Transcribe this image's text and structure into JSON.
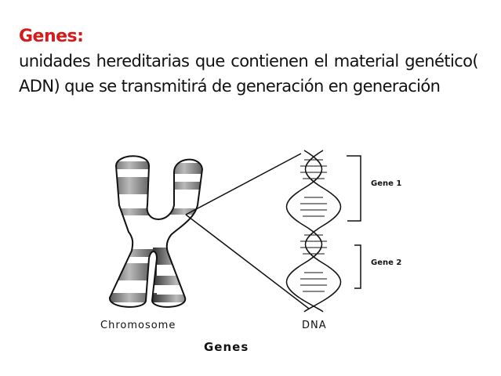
{
  "heading": "Genes:",
  "description": "unidades hereditarias que contienen el material genético( ADN) que se transmitirá de generación en generación",
  "diagram": {
    "chromosome_label": "Chromosome",
    "dna_label": "DNA",
    "gene1_label": "Gene 1",
    "gene2_label": "Gene 2",
    "caption": "Genes"
  },
  "colors": {
    "heading": "#d41c1c",
    "text": "#111111"
  }
}
